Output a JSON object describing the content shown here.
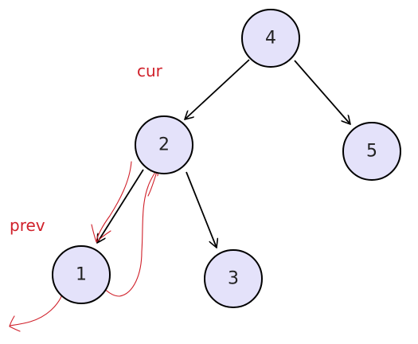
{
  "tree": {
    "nodes": [
      {
        "id": "n4",
        "label": "4"
      },
      {
        "id": "n2",
        "label": "2"
      },
      {
        "id": "n5",
        "label": "5"
      },
      {
        "id": "n1",
        "label": "1"
      },
      {
        "id": "n3",
        "label": "3"
      }
    ],
    "edges": [
      {
        "from": "4",
        "to": "2"
      },
      {
        "from": "4",
        "to": "5"
      },
      {
        "from": "2",
        "to": "1"
      },
      {
        "from": "2",
        "to": "3"
      }
    ]
  },
  "annotations": {
    "cur_label": "cur",
    "prev_label": "prev",
    "color": "#d0202a"
  },
  "colors": {
    "node_fill": "#e4e2fa",
    "stroke": "#000000"
  }
}
